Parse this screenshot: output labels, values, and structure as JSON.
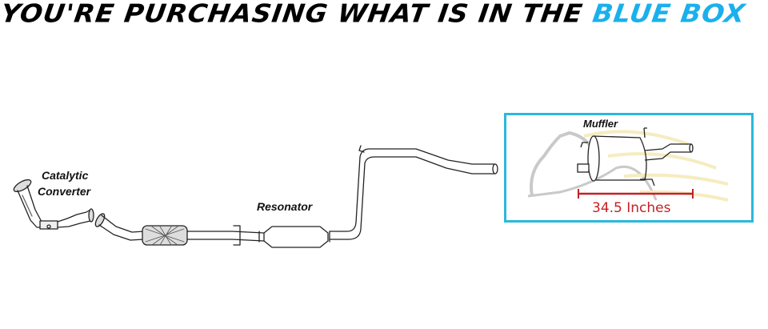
{
  "headline": {
    "prefix": "YOU'RE PURCHASING WHAT IS IN THE ",
    "highlight": "BLUE BOX",
    "highlight_color": "#1ab0ec"
  },
  "diagram": {
    "labels": {
      "catalytic_line1": "Catalytic",
      "catalytic_line2": "Converter",
      "resonator": "Resonator",
      "muffler": "Muffler"
    },
    "dimension": {
      "text": "34.5 Inches",
      "color": "#c62026"
    },
    "box_color": "#2ab8dc"
  }
}
